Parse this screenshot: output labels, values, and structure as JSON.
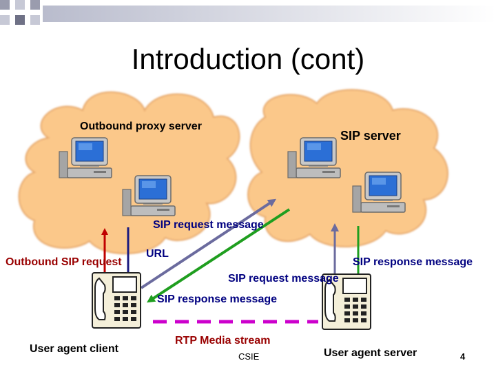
{
  "title": "Introduction (cont)",
  "labels": {
    "outbound_proxy": "Outbound proxy server",
    "sip_server": "SIP server",
    "sip_request_top": "SIP request message",
    "url": "URL",
    "outbound_sip_request": "Outbound SIP request",
    "sip_response_right": "SIP response message",
    "sip_request_middle": "SIP request message",
    "sip_response_bottom": "SIP response message",
    "rtp_media": "RTP Media stream",
    "user_agent_client": "User agent client",
    "user_agent_server": "User agent server"
  },
  "footer": {
    "org": "CSIE",
    "page_number": "4"
  },
  "icons": {
    "computer": "computer-icon",
    "phone": "telephone-icon"
  },
  "colors": {
    "cloud": "#fbc88a",
    "red_arrow": "#c00000",
    "navy_arrow": "#1a1a80",
    "slate_arrow": "#6b6b9e",
    "green_arrow": "#1f9e1f",
    "media_stream": "#cc00cc",
    "label_navy": "#000080",
    "label_maroon": "#990000"
  }
}
